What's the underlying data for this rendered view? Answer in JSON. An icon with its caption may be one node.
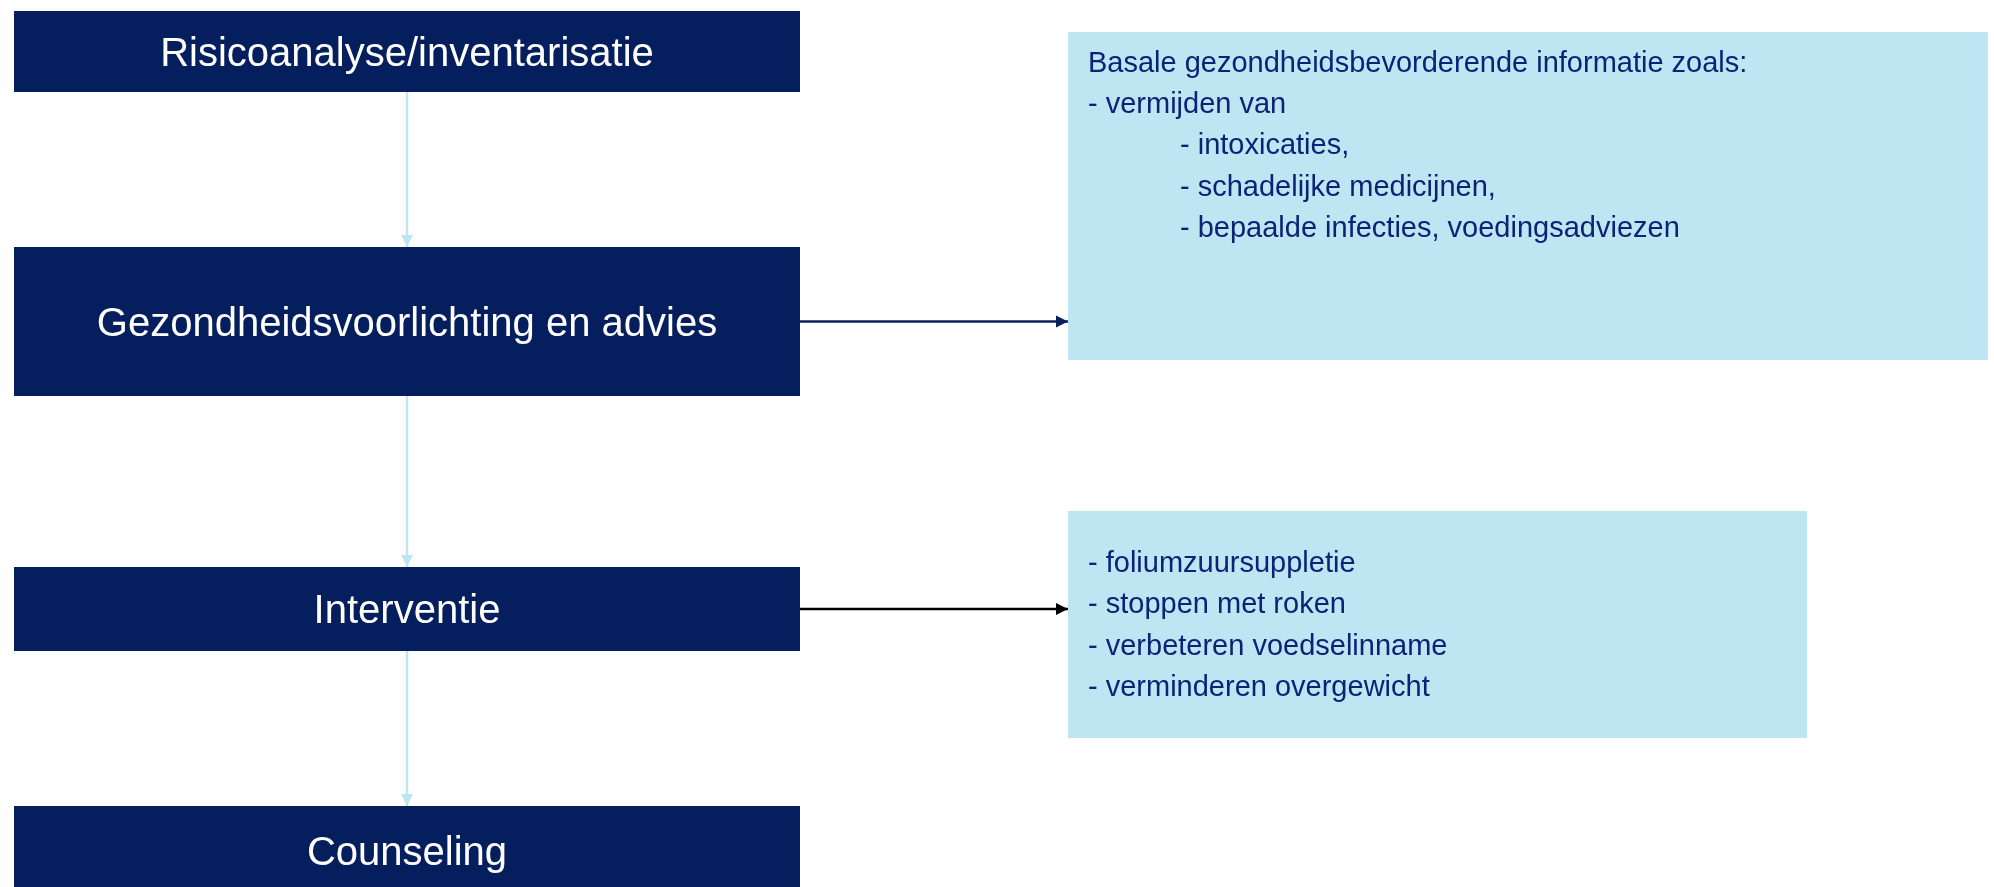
{
  "diagram": {
    "nodes": [
      {
        "text": [
          "Risicoanalyse/inventarisatie"
        ]
      },
      {
        "text": [
          "Gezondheidsvoorlichting en advies"
        ]
      },
      {
        "text": [
          "Interventie"
        ]
      },
      {
        "text": [
          "Counseling"
        ]
      },
      {
        "text": [
          "Basale gezondheidsbevorderende informatie zoals:",
          "- vermijden van",
          "- intoxicaties,",
          "- schadelijke medicijnen,",
          "- bepaalde infecties, voedingsadviezen"
        ]
      },
      {
        "text": [
          "- foliumzuursuppletie",
          "- stoppen met roken",
          "- verbeteren voedselinname",
          "- verminderen overgewicht"
        ]
      }
    ],
    "edges": [
      {
        "from": 0,
        "to": 1,
        "arrow": "to"
      },
      {
        "from": 1,
        "to": 2,
        "arrow": "to"
      },
      {
        "from": 2,
        "to": 3,
        "arrow": "to"
      },
      {
        "from": 1,
        "to": 4,
        "arrow": "to",
        "color": "#0b1f5c"
      },
      {
        "from": 2,
        "to": 5,
        "arrow": "to",
        "color": "#000000"
      }
    ]
  }
}
